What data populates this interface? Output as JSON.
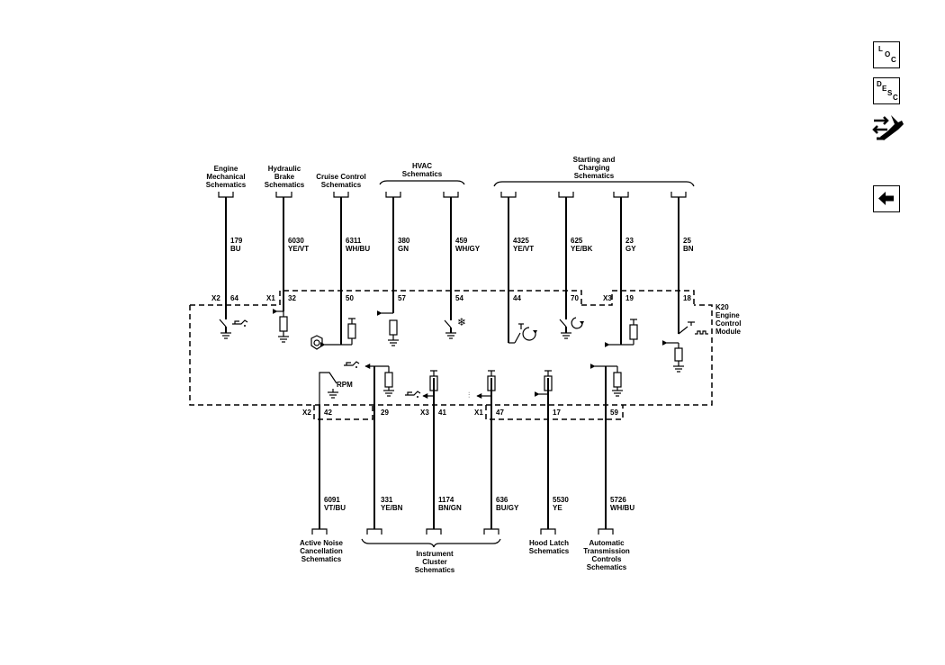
{
  "sidebar": {
    "loc": [
      "L",
      "O",
      "C"
    ],
    "desc": [
      "D",
      "E",
      "S",
      "C"
    ]
  },
  "upper_connectors": [
    {
      "label": [
        "Engine",
        "Mechanical",
        "Schematics"
      ],
      "circuit": "179",
      "color": "BU",
      "pin": "64",
      "connector": "X2"
    },
    {
      "label": [
        "Hydraulic",
        "Brake",
        "Schematics"
      ],
      "circuit": "6030",
      "color": "YE/VT",
      "pin": "32",
      "connector": "X1"
    },
    {
      "label": [
        "Cruise Control",
        "Schematics"
      ],
      "circuit": "6311",
      "color": "WH/BU",
      "pin": "50"
    },
    {
      "circuit": "380",
      "color": "GN",
      "pin": "57"
    },
    {
      "circuit": "459",
      "color": "WH/GY",
      "pin": "54"
    },
    {
      "circuit": "4325",
      "color": "YE/VT",
      "pin": "44"
    },
    {
      "circuit": "625",
      "color": "YE/BK",
      "pin": "70"
    },
    {
      "circuit": "23",
      "color": "GY",
      "pin": "19",
      "connector": "X3"
    },
    {
      "circuit": "25",
      "color": "BN",
      "pin": "18"
    }
  ],
  "group_labels": {
    "hvac": [
      "HVAC",
      "Schematics"
    ],
    "starting": [
      "Starting and",
      "Charging",
      "Schematics"
    ],
    "instrument": [
      "Instrument",
      "Cluster",
      "Schematics"
    ]
  },
  "module": {
    "label": [
      "K20",
      "Engine",
      "Control",
      "Module"
    ]
  },
  "rpm_label": "RPM",
  "lower_connectors": [
    {
      "circuit": "6091",
      "color": "VT/BU",
      "pin": "42",
      "connector": "X2",
      "label": [
        "Active Noise",
        "Cancellation",
        "Schematics"
      ]
    },
    {
      "circuit": "331",
      "color": "YE/BN",
      "pin": "29"
    },
    {
      "circuit": "1174",
      "color": "BN/GN",
      "pin": "41",
      "connector": "X3"
    },
    {
      "circuit": "636",
      "color": "BU/GY",
      "pin": "47",
      "connector": "X1"
    },
    {
      "circuit": "5530",
      "color": "YE",
      "pin": "17",
      "label": [
        "Hood Latch",
        "Schematics"
      ]
    },
    {
      "circuit": "5726",
      "color": "WH/BU",
      "pin": "59",
      "label": [
        "Automatic",
        "Transmission",
        "Controls",
        "Schematics"
      ]
    }
  ]
}
